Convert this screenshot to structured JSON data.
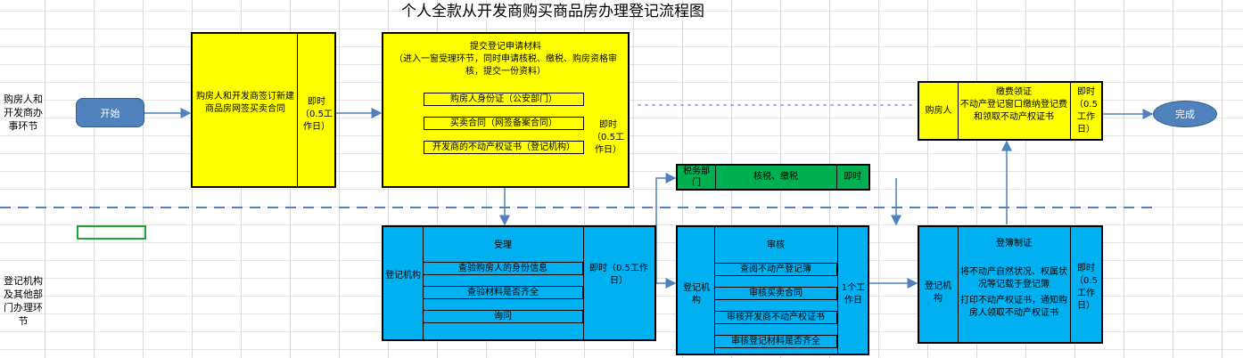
{
  "title": "个人全款从开发商购买商品房办理登记流程图",
  "lanes": {
    "top": "购房人和开发商办事环节",
    "bottom": "登记机构及其他部门办理环节"
  },
  "start": "开始",
  "end": "完成",
  "contract": {
    "label": "购房人和开发商签订新建商品房网签买卖合同",
    "time": "即时（0.5工作日）"
  },
  "submit": {
    "header": "提交登记申请材料",
    "note": "（进入一窗受理环节，同时申请核税、缴税、购房资格审核，提交一份资料）",
    "items": [
      "购房人身份证（公安部门）",
      "买卖合同（网签备案合同）",
      "开发商的不动产权证书（登记机构）"
    ],
    "time": "即时（0.5工作日）"
  },
  "tax": {
    "dept": "税务部门",
    "label": "核税、缴税",
    "time": "即时"
  },
  "payment": {
    "party": "购房人",
    "header": "缴费领证",
    "label": "不动产登记窗口缴纳登记费和领取不动产权证书",
    "time": "即时（0.5工作日）"
  },
  "accept": {
    "org": "登记机构",
    "header": "受理",
    "items": [
      "查验购房人的身份信息",
      "查验材料是否齐全",
      "询问"
    ],
    "time": "即时（0.5工作日）"
  },
  "review": {
    "org": "登记机构",
    "header": "审核",
    "items": [
      "查阅不动产登记簿",
      "审核买卖合同",
      "审核开发商不动产权证书",
      "审核登记材料是否齐全"
    ],
    "time": "1个工作日"
  },
  "register": {
    "org": "登记机构",
    "header": "登簿制证",
    "line1": "将不动产自然状况、权属状况等记载于登记簿",
    "line2": "打印不动产权证书，通知购房人领取不动产权证书",
    "time": "即时（0.5工作日）"
  },
  "colors": {
    "yellow": "#ffff00",
    "cyan": "#00b0f0",
    "green": "#00b050",
    "arrow": "#4f81bd"
  }
}
